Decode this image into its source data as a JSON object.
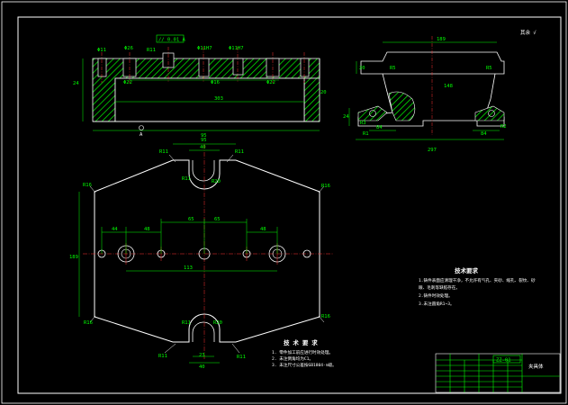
{
  "drawing": {
    "title_block_name": "夹具体",
    "title_block_tag": "ZZ-01",
    "front_view": {
      "dims": [
        "Φ11",
        "Φ26",
        "Φ11H7",
        "Φ11H7",
        "R11",
        "Φ22",
        "Φ16",
        "Φ22",
        "303",
        "24",
        "20"
      ],
      "overall_width": "95",
      "tolerance_box": "// 0.01 A",
      "datum": "A"
    },
    "side_view": {
      "dims": [
        "189",
        "R5",
        "R5",
        "20",
        "148",
        "R3",
        "84",
        "84",
        "R2",
        "R1",
        "24",
        "297"
      ],
      "note": "其余 √"
    },
    "plan_view": {
      "dims": [
        "95",
        "40",
        "R11",
        "R11",
        "R20",
        "R11",
        "R16",
        "R16",
        "R16",
        "R16",
        "44",
        "48",
        "65",
        "65",
        "48",
        "113",
        "189",
        "R11",
        "R20",
        "R11",
        "R11",
        "23",
        "40"
      ]
    },
    "tech_req_1": {
      "heading": "技术要求",
      "lines": [
        "1.铸件表面应清理干净，不允许有气孔、夹砂、缩孔、裂纹、砂",
        "  眼、毛刺等缺陷存在。",
        "2.铸件时效处理。",
        "3.未注圆角R1~3。"
      ]
    },
    "tech_req_2": {
      "heading": "技 术 要 求",
      "lines": [
        "1. 零件加工前应进行时效处理。",
        "2. 未注倒角均为C1。",
        "3. 未注尺寸公差按GB1804-m级。"
      ]
    }
  }
}
